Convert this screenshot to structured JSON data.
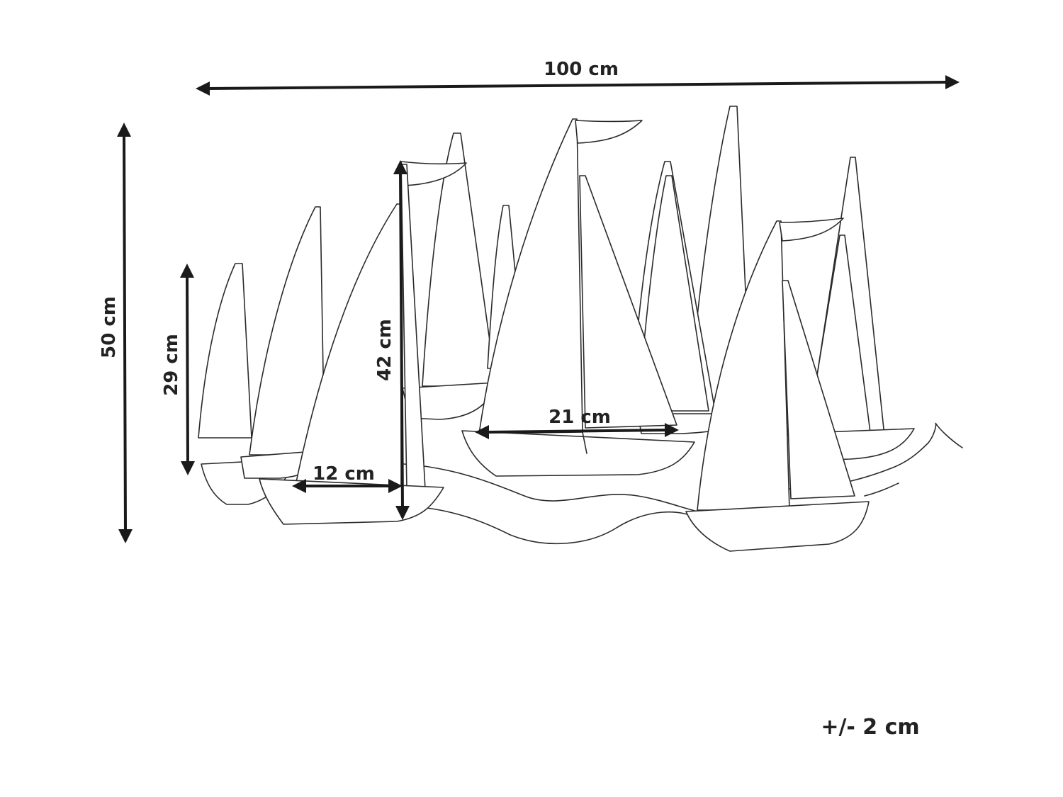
{
  "dimensions": {
    "total_width": "100 cm",
    "total_height": "50 cm",
    "small_boat_height": "29 cm",
    "tall_sail_height": "42 cm",
    "small_hull_width": "12 cm",
    "center_hull_width": "21 cm",
    "tolerance": "+/- 2 cm"
  },
  "colors": {
    "line": "#2b2b2b",
    "arrow": "#1a1a1a",
    "background": "#ffffff"
  }
}
